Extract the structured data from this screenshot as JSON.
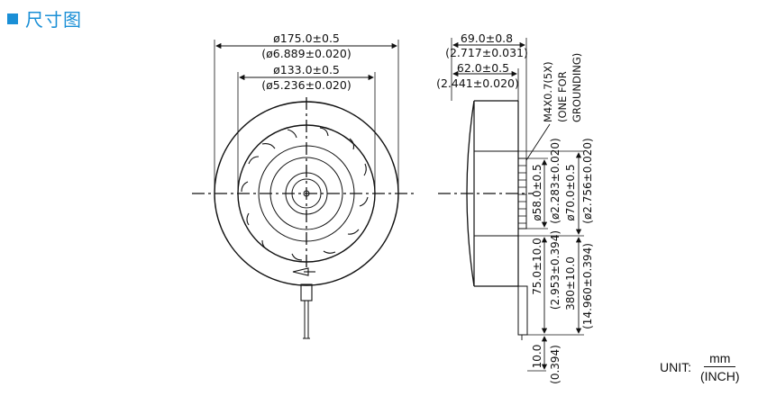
{
  "header": {
    "title": "尺寸图",
    "accent_color": "#1a8fd6",
    "marker_icon": "square-bullet-icon"
  },
  "front_view": {
    "outer_diameter": {
      "mm": "ø175.0±0.5",
      "inch": "(ø6.889±0.020)"
    },
    "inner_diameter": {
      "mm": "ø133.0±0.5",
      "inch": "(ø5.236±0.020)"
    }
  },
  "side_view": {
    "overall_depth": {
      "mm": "69.0±0.8",
      "inch": "(2.717±0.031)"
    },
    "body_depth": {
      "mm": "62.0±0.5",
      "inch": "(2.441±0.020)"
    },
    "screw_note": [
      "M4X0.7(5X)",
      "(ONE FOR",
      "GROUNDING)"
    ],
    "hub_diameter": {
      "mm": "ø58.0±0.5",
      "inch": "(ø2.283±0.020)"
    },
    "mount_diameter": {
      "mm": "ø70.0±0.5",
      "inch": "(ø2.756±0.020)"
    },
    "lead_length_a": {
      "mm": "75.0±10.0",
      "inch": "(2.953±0.394)"
    },
    "lead_length_b": {
      "mm": "380±10.0",
      "inch": "(14.960±0.394)"
    },
    "strip_length": {
      "mm": "10.0",
      "inch": "(0.394)"
    }
  },
  "unit": {
    "label": "UNIT:",
    "numerator": "mm",
    "denominator": "(INCH)"
  }
}
